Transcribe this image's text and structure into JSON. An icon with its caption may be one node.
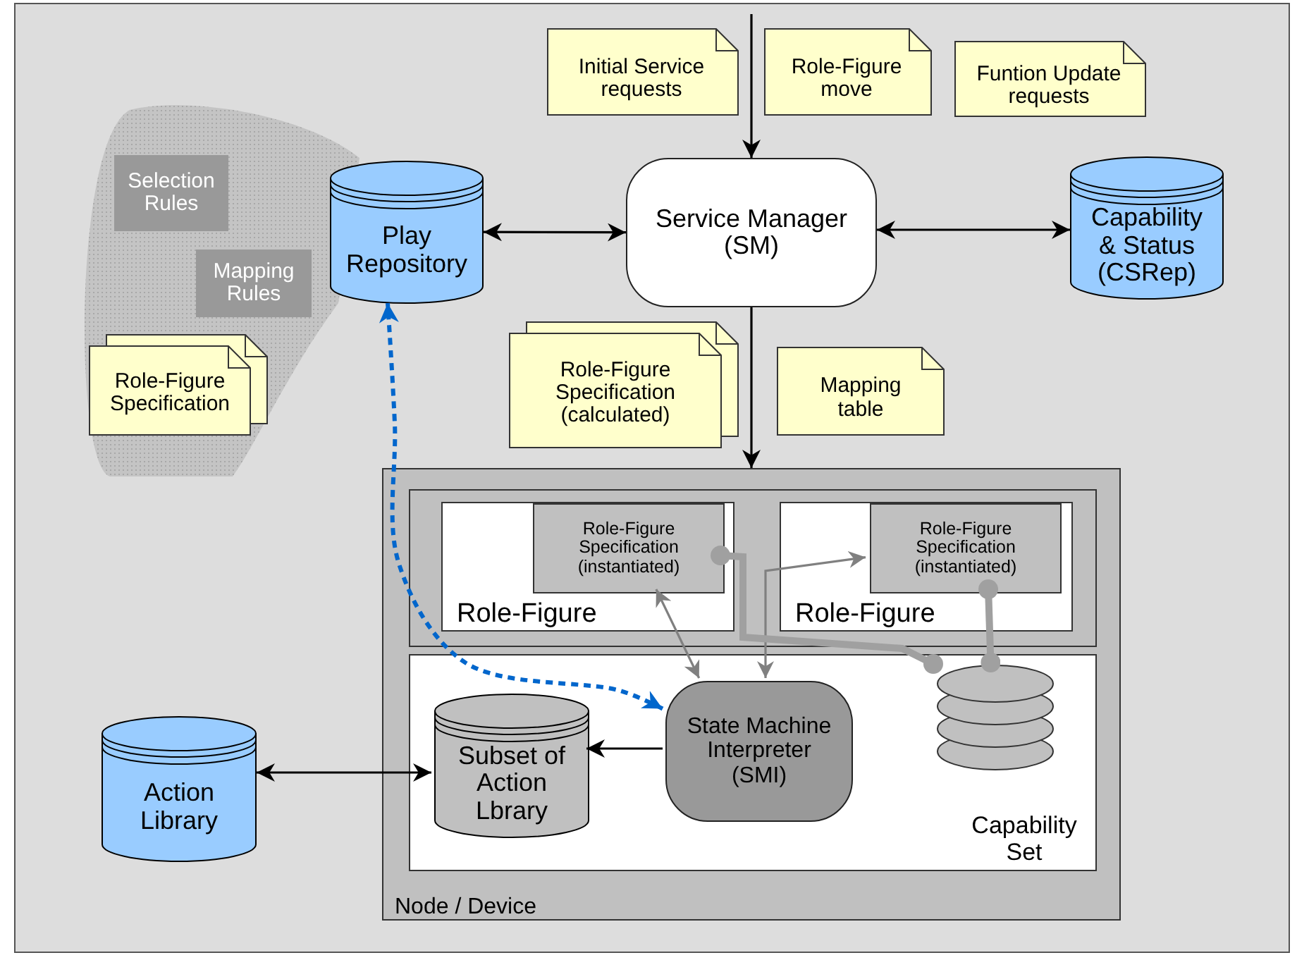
{
  "diagram": {
    "nodes": [
      {
        "text": [
          "Initial Service requests"
        ]
      },
      {
        "text": [
          "Role-Figure move"
        ]
      },
      {
        "text": [
          "Funtion Update requests"
        ]
      },
      {
        "text": [
          "Selection Rules"
        ]
      },
      {
        "text": [
          "Mapping Rules"
        ]
      },
      {
        "text": [
          "Play Repository"
        ]
      },
      {
        "text": [
          "Service Manager (SM)"
        ]
      },
      {
        "text": [
          "Capability & Status (CSRep)"
        ]
      },
      {
        "text": [
          "Role-Figure Specification"
        ]
      },
      {
        "text": [
          "Role-Figure Specification (calculated)"
        ]
      },
      {
        "text": [
          "Mapping table"
        ]
      },
      {
        "text": [
          "Node / Device"
        ]
      },
      {
        "text": [],
        "shape": "box",
        "in": 11
      },
      {
        "text": [
          "Role-Figure"
        ],
        "in": 12
      },
      {
        "text": [
          "Role-Figure Specification (instantiated)"
        ],
        "in": 13
      },
      {
        "text": [
          "Role-Figure"
        ],
        "in": 12
      },
      {
        "text": [
          "Role-Figure Specification (instantiated)"
        ],
        "in": 15
      },
      {
        "text": [],
        "shape": "box",
        "in": 11
      },
      {
        "text": [
          "Subset of Action Lbrary"
        ],
        "in": 17
      },
      {
        "text": [
          "State Machine Interpreter (SMI)"
        ],
        "in": 17
      },
      {
        "text": [
          "Capability Set"
        ],
        "in": 17
      },
      {
        "text": [
          "Action Library"
        ]
      }
    ],
    "edges": [
      {
        "from": null,
        "to": 6,
        "arrow": "to"
      },
      {
        "from": 6,
        "to": 11,
        "arrow": "to"
      },
      {
        "from": 5,
        "to": 6,
        "arrow": "both"
      },
      {
        "from": 6,
        "to": 7,
        "arrow": "both"
      },
      {
        "from": 19,
        "to": 5,
        "arrow": "both",
        "style": "dashed",
        "color": "#0066cc"
      },
      {
        "from": 21,
        "to": 18,
        "arrow": "both"
      },
      {
        "from": 19,
        "to": 18,
        "arrow": "to"
      },
      {
        "from": 19,
        "to": 14,
        "arrow": "both",
        "color": "#808080"
      },
      {
        "from": 19,
        "to": 16,
        "arrow": "both",
        "color": "#808080"
      },
      {
        "from": 14,
        "to": 20,
        "arrow": "other",
        "style": "thick",
        "color": "#a0a0a0"
      },
      {
        "from": 16,
        "to": 20,
        "arrow": "other",
        "style": "thick",
        "color": "#a0a0a0"
      }
    ]
  }
}
